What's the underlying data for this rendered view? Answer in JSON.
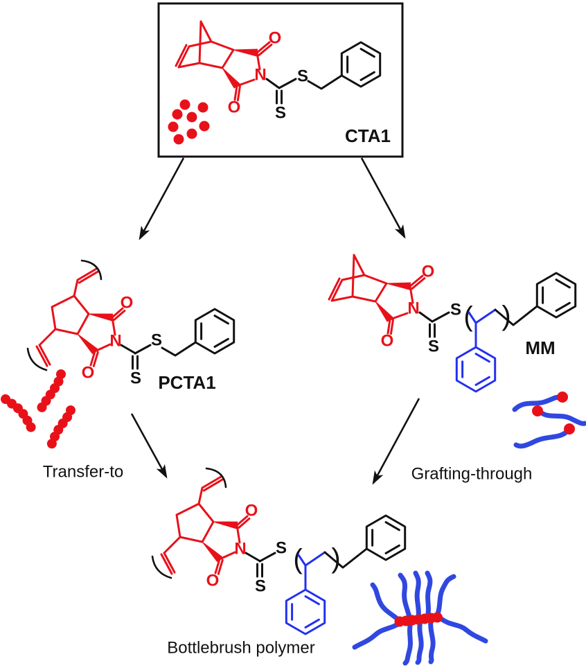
{
  "colors": {
    "red": "#e8111a",
    "structure_blue": "#2330f0",
    "cartoon_blue": "#3048e0",
    "black": "#111111",
    "background": "#ffffff"
  },
  "labels": {
    "cta1": "CTA1",
    "pcta1": "PCTA1",
    "mm": "MM",
    "bottlebrush": "Bottlebrush polymer",
    "transfer_to": "Transfer-to",
    "grafting_through": "Grafting-through"
  },
  "atoms": {
    "oxygen": "O",
    "nitrogen": "N",
    "sulfur": "S"
  },
  "parens": {
    "open": "(",
    "close": ")"
  }
}
